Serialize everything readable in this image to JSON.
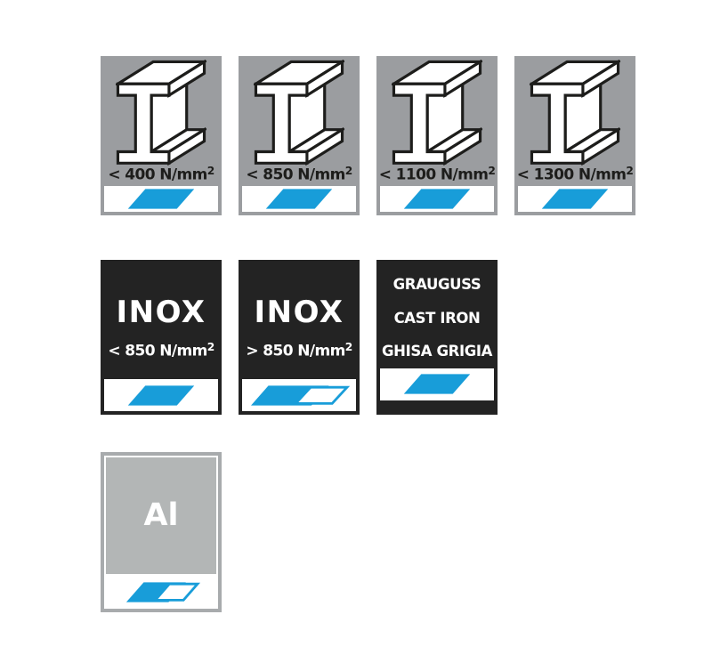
{
  "panel": {
    "description": "material suitability pictogram sheet",
    "rows": [
      {
        "name": "structural-steel",
        "tiles": [
          {
            "material": "steel-beam",
            "label": "< 400 N/mm²",
            "suitability": "full"
          },
          {
            "material": "steel-beam",
            "label": "< 850 N/mm²",
            "suitability": "full"
          },
          {
            "material": "steel-beam",
            "label": "< 1100 N/mm²",
            "suitability": "full"
          },
          {
            "material": "steel-beam",
            "label": "< 1300 N/mm²",
            "suitability": "full"
          }
        ]
      },
      {
        "name": "stainless-and-cast-iron",
        "tiles": [
          {
            "title": "INOX",
            "label": "< 850 N/mm²",
            "suitability": "full"
          },
          {
            "title": "INOX",
            "label": "> 850 N/mm²",
            "suitability": "partial"
          },
          {
            "lines": [
              "GRAUGUSS",
              "CAST IRON",
              "GHISA GRIGIA"
            ],
            "suitability": "full"
          }
        ]
      },
      {
        "name": "aluminium",
        "tiles": [
          {
            "title": "Al",
            "suitability": "partial"
          }
        ]
      }
    ]
  },
  "colors": {
    "background": "#ffffff",
    "steel_tile_gray": "#9b9da0",
    "dark_tile": "#232323",
    "accent_blue": "#189dd9",
    "alu_frame_gray": "#a8abad",
    "alu_fill_gray": "#b3b6b6",
    "label_dark": "#1d1d1b",
    "label_light": "#ffffff"
  }
}
